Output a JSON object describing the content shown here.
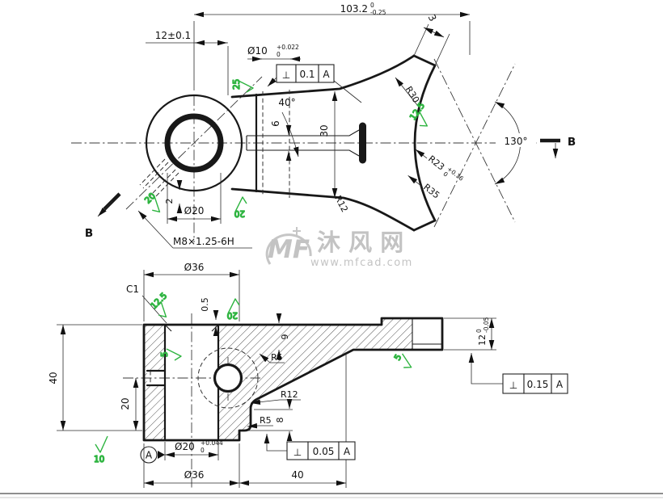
{
  "colors": {
    "line": "#181818",
    "green": "#2eb440",
    "watermark": "#b9b9b9",
    "sheet_border": "#8f8f8f"
  },
  "watermark": {
    "logo": "MF",
    "brand": "沐 风 网",
    "url": "www.mfcad.com"
  },
  "top_view": {
    "dim_overall": {
      "value": "103.2",
      "sup": "0",
      "sub": "-0.25"
    },
    "dim_offset": "12±0.1",
    "dim_hole": {
      "value": "Ø10",
      "sup": "+0.022",
      "sub": "0"
    },
    "gdt": {
      "symbol": "⊥",
      "tolerance": "0.1",
      "datum": "A"
    },
    "dim_tip": "3",
    "dim_angle": "40°",
    "dim_half_slot": "6",
    "dim_width": "30",
    "dim_opening": "130°",
    "r30": "R30",
    "r23": {
      "value": "R23",
      "sup": "+0.16",
      "sub": "0"
    },
    "r35": "R35",
    "r12": "R12",
    "thread": "M8×1.25-6H",
    "dim_bore": "Ø20",
    "dim_2": "2",
    "section_b_left": "B",
    "section_b_right": "B",
    "roughness": {
      "ra25": "25",
      "ra125": "12.5",
      "ra20_left": "20",
      "ra20_right": "20"
    }
  },
  "bottom_view": {
    "dim_d36_top": "Ø36",
    "chamfer": "C1",
    "dim_step": "0.5",
    "dim_height": "40",
    "dim_hole_pos": "20",
    "dim_bore": {
      "value": "Ø20",
      "sup": "+0.044",
      "sub": "0"
    },
    "dim_d36_bottom": "Ø36",
    "dim_arm": "40",
    "dim_arm_thk": "9",
    "dim_step8": "8",
    "r5_upper": "R5",
    "r12": "R12",
    "r5_lower": "R5",
    "dim_end": {
      "value": "12",
      "sup": "0",
      "sub": "-0.05"
    },
    "gdt_bottom": {
      "symbol": "⊥",
      "tolerance": "0.05",
      "datum": "A"
    },
    "gdt_right": {
      "symbol": "⊥",
      "tolerance": "0.15",
      "datum": "A"
    },
    "datum_label": "A",
    "roughness": {
      "ra125": "12.5",
      "ra20": "20",
      "ra5_bore": "5",
      "ra5_arm": "5",
      "ra10": "10"
    }
  }
}
